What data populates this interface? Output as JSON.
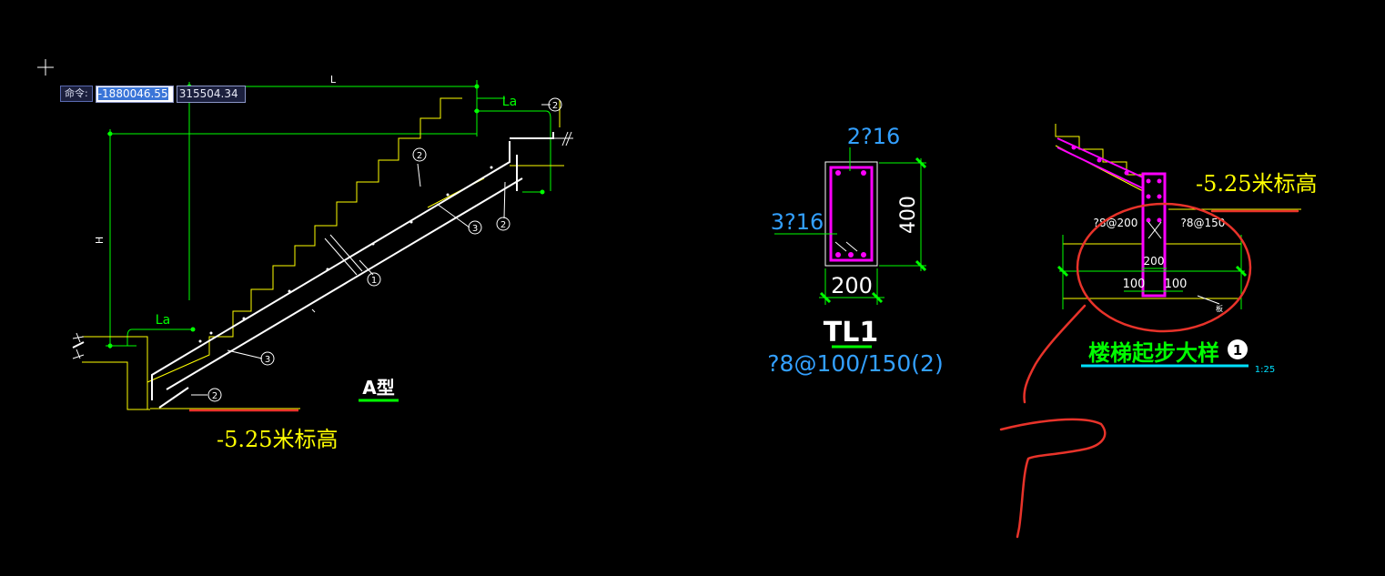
{
  "command_bar": {
    "label": "命令:",
    "x_value": "-1880046.55",
    "y_value": "315504.34"
  },
  "stair_a": {
    "dim_L": "L",
    "dim_La_top": "La",
    "dim_La_bottom": "La",
    "dim_H": "H",
    "bar_tags": [
      "2",
      "2",
      "2",
      "3",
      "1",
      "3",
      "2"
    ],
    "title": "A型",
    "elevation_label": "-5.25米标高"
  },
  "beam_tl1": {
    "top_bars": "2?16",
    "bottom_bars": "3?16",
    "height_dim": "400",
    "width_dim": "200",
    "name": "TL1",
    "stirrups": "?8@100/150(2)"
  },
  "stair_start_detail": {
    "elevation_label": "-5.25米标高",
    "left_stirrup": "?8@200",
    "right_stirrup": "?8@150",
    "width_dim": "200",
    "left_dim": "100",
    "right_dim": "100",
    "slab_note": "板",
    "title": "楼梯起步大样",
    "title_circle_number": "1",
    "scale": "1:25"
  },
  "colors": {
    "background": "#000000",
    "cad_green": "#00ff00",
    "cad_yellow": "#ffff00",
    "cad_white": "#ffffff",
    "cad_magenta": "#ff00ff",
    "cad_cyan": "#33a0ff",
    "markup_red": "#e8332a",
    "title_green": "#00ff00",
    "scale_cyan": "#00e0ff"
  }
}
